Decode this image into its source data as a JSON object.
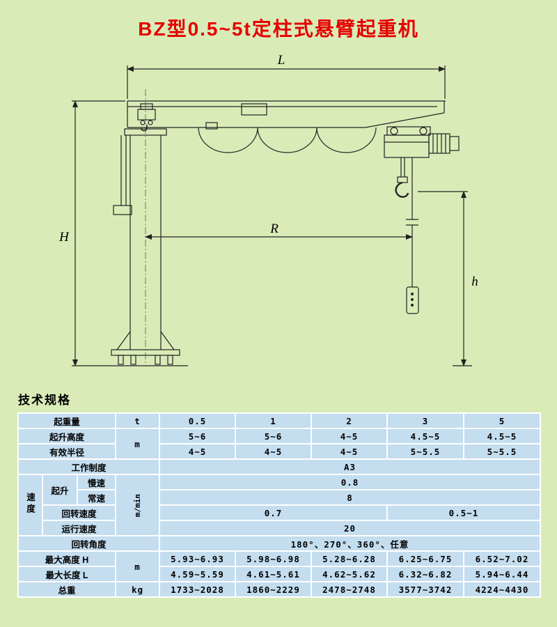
{
  "colors": {
    "background": "#d9ecb8",
    "title_red": "#e60000",
    "table_cell_blue": "#c4ddef",
    "table_border": "#ffffff",
    "line_color": "#222222"
  },
  "page": {
    "title": "BZ型0.5~5t定柱式悬臂起重机",
    "section_heading": "技术规格"
  },
  "drawing": {
    "dim_length": "L",
    "dim_height": "H",
    "dim_radius": "R",
    "dim_hook": "h"
  },
  "table": {
    "capacity": {
      "label": "起重量",
      "unit": "t",
      "values": [
        "0.5",
        "1",
        "2",
        "3",
        "5"
      ]
    },
    "lift_height": {
      "label": "起升高度",
      "unit": "m",
      "values": [
        "5~6",
        "5~6",
        "4~5",
        "4.5~5",
        "4.5~5"
      ]
    },
    "radius": {
      "label": "有效半径",
      "values": [
        "4~5",
        "4~5",
        "4~5",
        "5~5.5",
        "5~5.5"
      ]
    },
    "duty": {
      "label": "工作制度",
      "value": "A3"
    },
    "speed": {
      "label": "速度",
      "unit": "m/min"
    },
    "lifting": {
      "label": "起升",
      "slow": "慢速",
      "slow_value": "0.8",
      "normal": "常速",
      "normal_value": "8"
    },
    "slewing": {
      "label": "回转速度",
      "value1": "0.7",
      "value2": "0.5~1"
    },
    "travel": {
      "label": "运行速度",
      "value": "20"
    },
    "angle": {
      "label": "回转角度",
      "value": "180°、270°、360°、任意"
    },
    "max_height": {
      "label": "最大高度 H",
      "unit": "m",
      "values": [
        "5.93~6.93",
        "5.98~6.98",
        "5.28~6.28",
        "6.25~6.75",
        "6.52~7.02"
      ]
    },
    "max_length": {
      "label": "最大长度 L",
      "values": [
        "4.59~5.59",
        "4.61~5.61",
        "4.62~5.62",
        "6.32~6.82",
        "5.94~6.44"
      ]
    },
    "weight": {
      "label": "总重",
      "unit": "kg",
      "values": [
        "1733~2028",
        "1860~2229",
        "2478~2748",
        "3577~3742",
        "4224~4430"
      ]
    }
  }
}
